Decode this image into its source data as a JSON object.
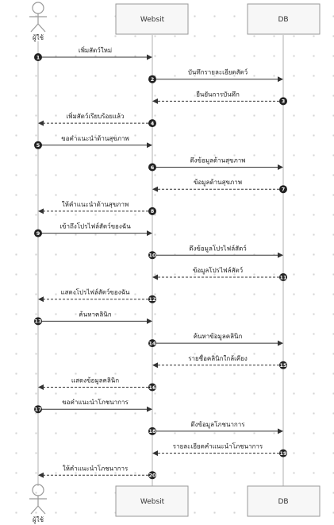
{
  "participants": {
    "actor": {
      "label": "ผู้ใช้"
    },
    "website": {
      "label": "Websit"
    },
    "db": {
      "label": "DB"
    }
  },
  "messages": [
    {
      "n": "1",
      "from": "actor",
      "to": "website",
      "text": "เพิ่มสัตว์ใหม่",
      "dashed": false
    },
    {
      "n": "2",
      "from": "website",
      "to": "db",
      "text": "บันทึกรายละเอียดสัตว์",
      "dashed": false
    },
    {
      "n": "3",
      "from": "db",
      "to": "website",
      "text": "ยืนยันการบันทึก",
      "dashed": true
    },
    {
      "n": "4",
      "from": "website",
      "to": "actor",
      "text": "เพิ่มสัตว์เรียบร้อยแล้ว",
      "dashed": true
    },
    {
      "n": "5",
      "from": "actor",
      "to": "website",
      "text": "ขอคำแนะนำด้านสุขภาพ",
      "dashed": false
    },
    {
      "n": "6",
      "from": "website",
      "to": "db",
      "text": "ดึงข้อมูลด้านสุขภาพ",
      "dashed": false
    },
    {
      "n": "7",
      "from": "db",
      "to": "website",
      "text": "ข้อมูลด้านสุขภาพ",
      "dashed": true
    },
    {
      "n": "8",
      "from": "website",
      "to": "actor",
      "text": "ให้คำแนะนำด้านสุขภาพ",
      "dashed": true
    },
    {
      "n": "9",
      "from": "actor",
      "to": "website",
      "text": "เข้าถึงโปรไฟล์สัตว์ของฉัน",
      "dashed": false
    },
    {
      "n": "10",
      "from": "website",
      "to": "db",
      "text": "ดึงข้อมูลโปรไฟล์สัตว์",
      "dashed": false
    },
    {
      "n": "11",
      "from": "db",
      "to": "website",
      "text": "ข้อมูลโปรไฟล์สัตว์",
      "dashed": true
    },
    {
      "n": "12",
      "from": "website",
      "to": "actor",
      "text": "แสดงโปรไฟล์สัตว์ของฉัน",
      "dashed": true
    },
    {
      "n": "13",
      "from": "actor",
      "to": "website",
      "text": "ค้นหาคลินิก",
      "dashed": false
    },
    {
      "n": "14",
      "from": "website",
      "to": "db",
      "text": "ค้นหาข้อมูลคลินิก",
      "dashed": false
    },
    {
      "n": "15",
      "from": "db",
      "to": "website",
      "text": "รายชื่อคลินิกใกล้เคียง",
      "dashed": true
    },
    {
      "n": "16",
      "from": "website",
      "to": "actor",
      "text": "แสดงข้อมูลคลินิก",
      "dashed": true
    },
    {
      "n": "17",
      "from": "actor",
      "to": "website",
      "text": "ขอคำแนะนำโภชนาการ",
      "dashed": false
    },
    {
      "n": "18",
      "from": "website",
      "to": "db",
      "text": "ดึงข้อมูลโภชนาการ",
      "dashed": false
    },
    {
      "n": "19",
      "from": "db",
      "to": "website",
      "text": "รายละเอียดคำแนะนำโภชนาการ",
      "dashed": true
    },
    {
      "n": "20",
      "from": "website",
      "to": "actor",
      "text": "ให้คำแนะนำโภชนาการ",
      "dashed": true
    }
  ]
}
